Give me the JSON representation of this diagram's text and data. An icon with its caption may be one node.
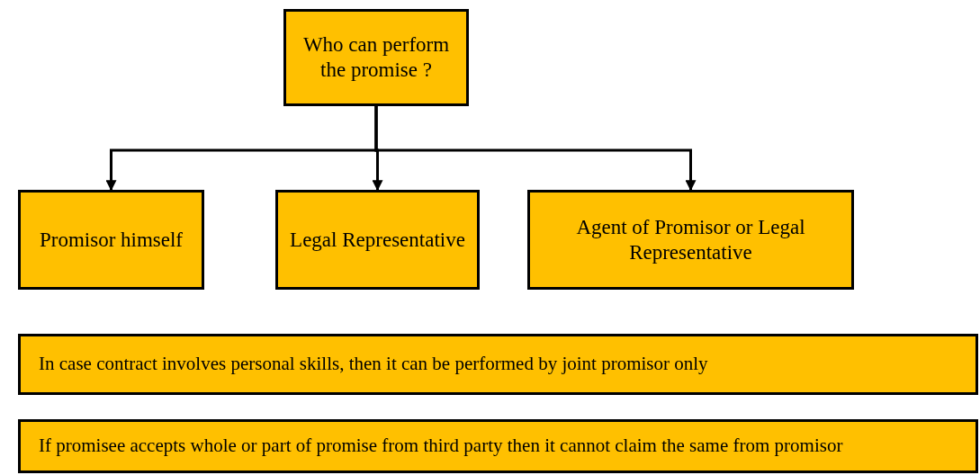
{
  "diagram": {
    "nodes": [
      {
        "text": [
          "Who can perform the promise ?"
        ]
      },
      {
        "text": [
          "Promisor himself"
        ]
      },
      {
        "text": [
          "Legal Representative"
        ]
      },
      {
        "text": [
          "Agent of Promisor or Legal Representative"
        ]
      },
      {
        "text": [
          "In case contract involves personal skills, then it can be performed by joint promisor only"
        ]
      },
      {
        "text": [
          "If promisee accepts whole or part of promise from third party then it cannot claim the same from promisor"
        ]
      }
    ],
    "edges": [
      {
        "from": 0,
        "to": 1,
        "arrow": "to"
      },
      {
        "from": 0,
        "to": 2,
        "arrow": "to"
      },
      {
        "from": 0,
        "to": 3,
        "arrow": "to"
      }
    ]
  }
}
